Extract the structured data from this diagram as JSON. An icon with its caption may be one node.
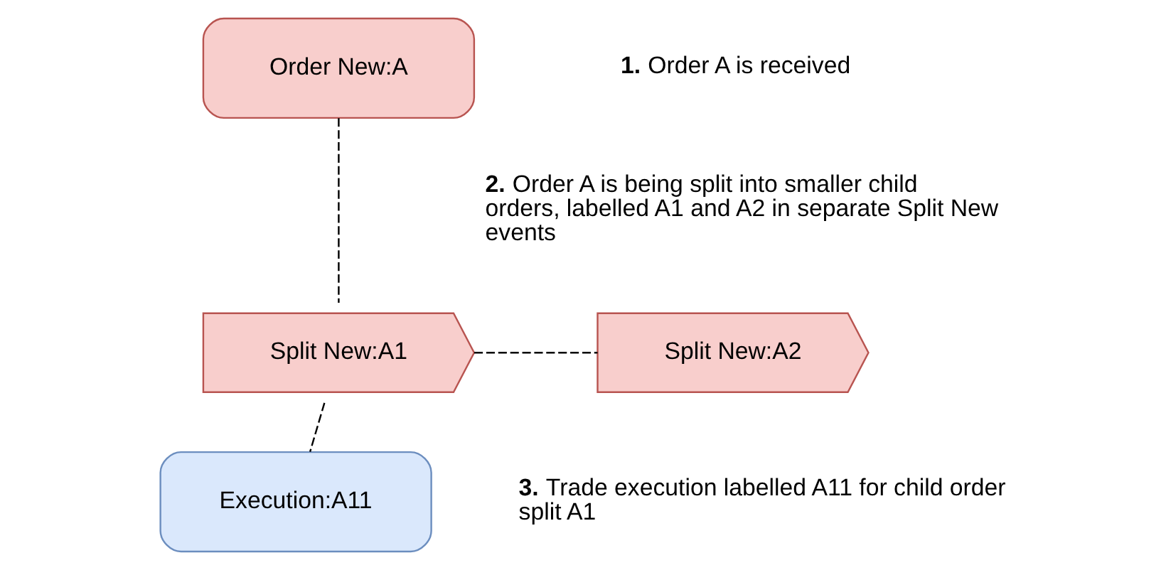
{
  "diagram": {
    "nodes": [
      {
        "text": [
          "Order New:A"
        ]
      },
      {
        "text": [
          "Split New:A1"
        ]
      },
      {
        "text": [
          "Split New:A2"
        ]
      },
      {
        "text": [
          "Execution:A11"
        ]
      }
    ],
    "edges": [
      {
        "from": 0,
        "to": 1,
        "arrow": "none",
        "style": "dashed"
      },
      {
        "from": 1,
        "to": 2,
        "arrow": "none",
        "style": "dashed"
      },
      {
        "from": 1,
        "to": 3,
        "arrow": "none",
        "style": "dashed"
      }
    ],
    "labels": [
      "**1.** Order A is received",
      "**2.** Order A is being split into smaller child orders, labelled A1 and A2 in separate Split New events",
      "**3.** Trade execution labelled A11 for child order split A1"
    ]
  }
}
